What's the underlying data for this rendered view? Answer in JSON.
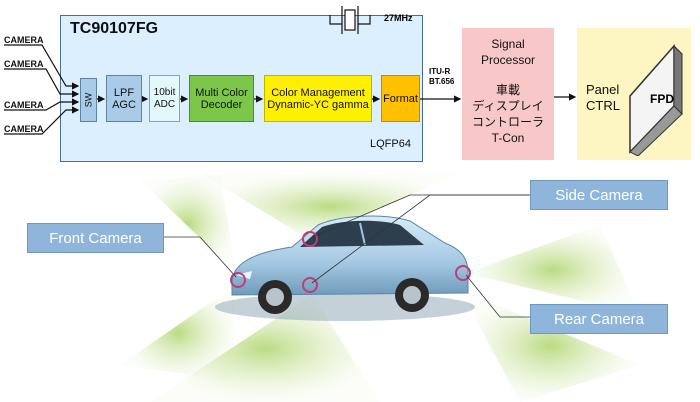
{
  "chip": {
    "title": "TC90107FG",
    "package": "LQFP64"
  },
  "inputs": [
    "CAMERA",
    "CAMERA",
    "CAMERA",
    "CAMERA"
  ],
  "blocks": {
    "sw": "SW",
    "lpf": [
      "LPF",
      "AGC"
    ],
    "adc": [
      "10bit",
      "ADC"
    ],
    "mcd": [
      "Multi Color",
      "Decoder"
    ],
    "cm": [
      "Color Management",
      "Dynamic-YC gamma"
    ],
    "format": "Format"
  },
  "crystal": "27MHz",
  "interface": [
    "ITU-R",
    "BT.656"
  ],
  "signal_processor": {
    "title": [
      "Signal",
      "Processor"
    ],
    "subtitle": [
      "車載",
      "ディスプレイ",
      "コントローラ",
      "T-Con"
    ]
  },
  "panel_ctrl": [
    "Panel",
    "CTRL"
  ],
  "fpd": "FPD",
  "camera_labels": {
    "front": "Front Camera",
    "side": "Side Camera",
    "rear": "Rear Camera"
  },
  "colors": {
    "chip_bg": "#dcefff",
    "lpf": "#a9cbe8",
    "adc": "#e3f8fb",
    "decoder": "#7cc74a",
    "color_mgmt": "#fff000",
    "format": "#ffc000",
    "signal_processor": "#f8c8c8",
    "panel": "#fdf5c2",
    "camera_label": "#8fb6da",
    "car_body": "#a7cde8",
    "coverage": "#cfe7a6",
    "marker": "#c03b78"
  }
}
